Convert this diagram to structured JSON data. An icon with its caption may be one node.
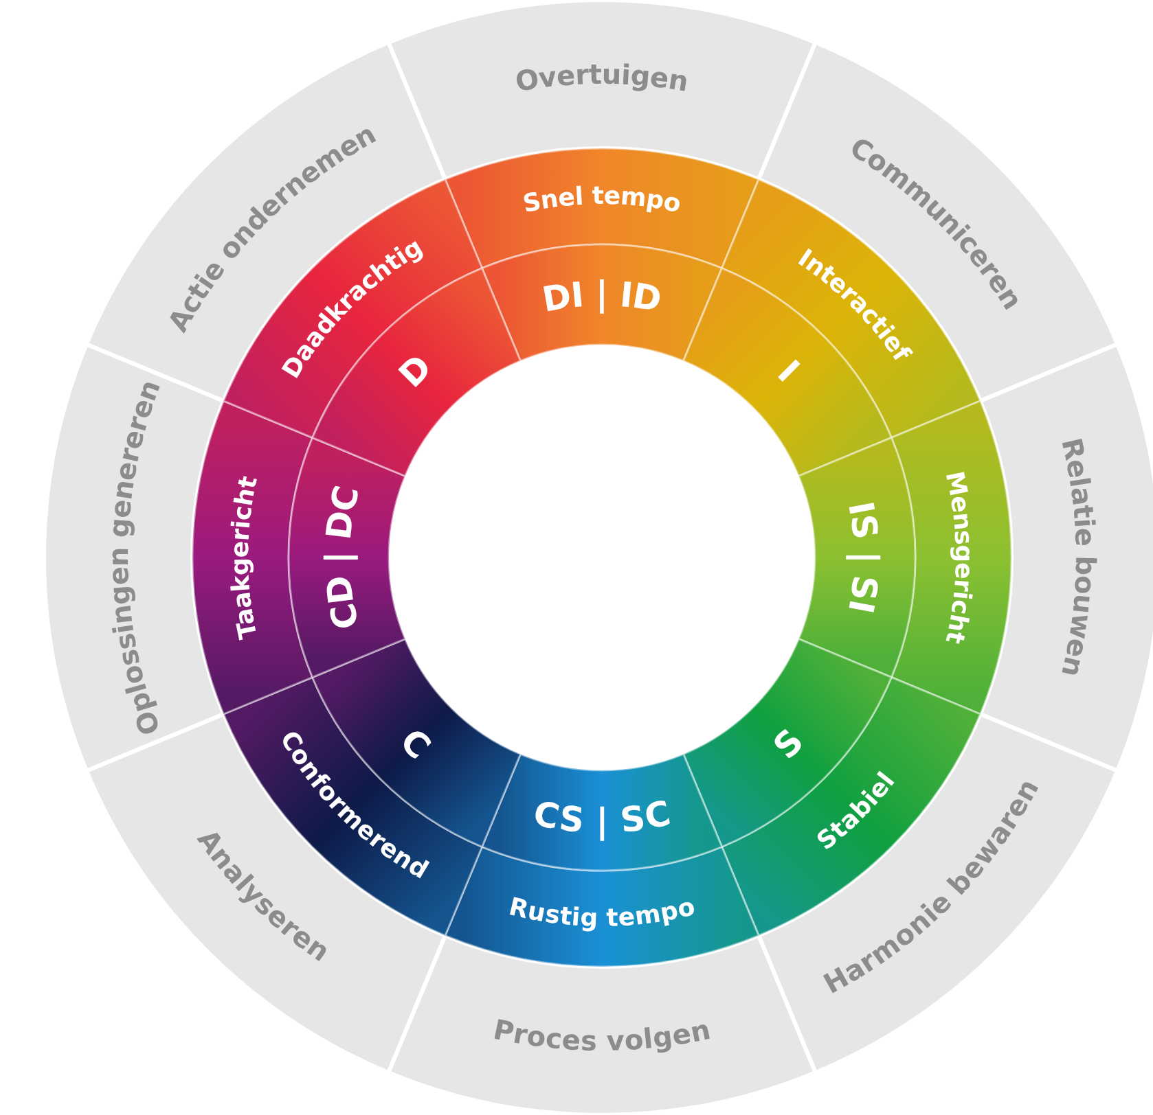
{
  "diagram": {
    "nodes": [
      {
        "text": [
          "Overtuigen"
        ]
      },
      {
        "text": [
          "Communiceren"
        ]
      },
      {
        "text": [
          "Relatie bouwen"
        ]
      },
      {
        "text": [
          "Harmonie bewaren"
        ]
      },
      {
        "text": [
          "Proces volgen"
        ]
      },
      {
        "text": [
          "Analyseren"
        ]
      },
      {
        "text": [
          "Oplossingen genereren"
        ]
      },
      {
        "text": [
          "Actie ondernemen"
        ]
      },
      {
        "text": [
          "Snel tempo"
        ]
      },
      {
        "text": [
          "Interactief"
        ]
      },
      {
        "text": [
          "Mensgericht"
        ]
      },
      {
        "text": [
          "Stabiel"
        ]
      },
      {
        "text": [
          "Rustig tempo"
        ]
      },
      {
        "text": [
          "Conformerend"
        ]
      },
      {
        "text": [
          "Taakgericht"
        ]
      },
      {
        "text": [
          "Daadkrachtig"
        ]
      },
      {
        "text": [
          "DI | ID"
        ]
      },
      {
        "text": [
          "I"
        ]
      },
      {
        "text": [
          "IS | SI"
        ]
      },
      {
        "text": [
          "S"
        ]
      },
      {
        "text": [
          "CS | SC"
        ]
      },
      {
        "text": [
          "C"
        ]
      },
      {
        "text": [
          "CD | DC"
        ]
      },
      {
        "text": [
          "D"
        ]
      }
    ]
  }
}
